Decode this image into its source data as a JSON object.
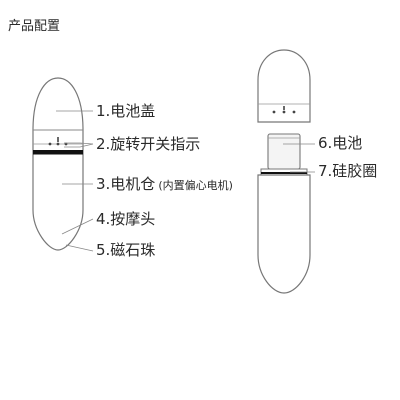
{
  "title": "产品配置",
  "labels": {
    "battery_cover": "1.电池盖",
    "rotary_switch": "2.旋转开关指示",
    "motor_housing": "3.电机仓",
    "motor_note": "(内置偏心电机)",
    "massage_head": "4.按摩头",
    "magnet_bead": "5.磁石珠",
    "battery": "6.电池",
    "silicone_ring": "7.硅胶圈"
  },
  "colors": {
    "outline": "#777777",
    "text": "#2a2a2a",
    "band": "#111111",
    "battery_fill": "#f4f4f4"
  }
}
